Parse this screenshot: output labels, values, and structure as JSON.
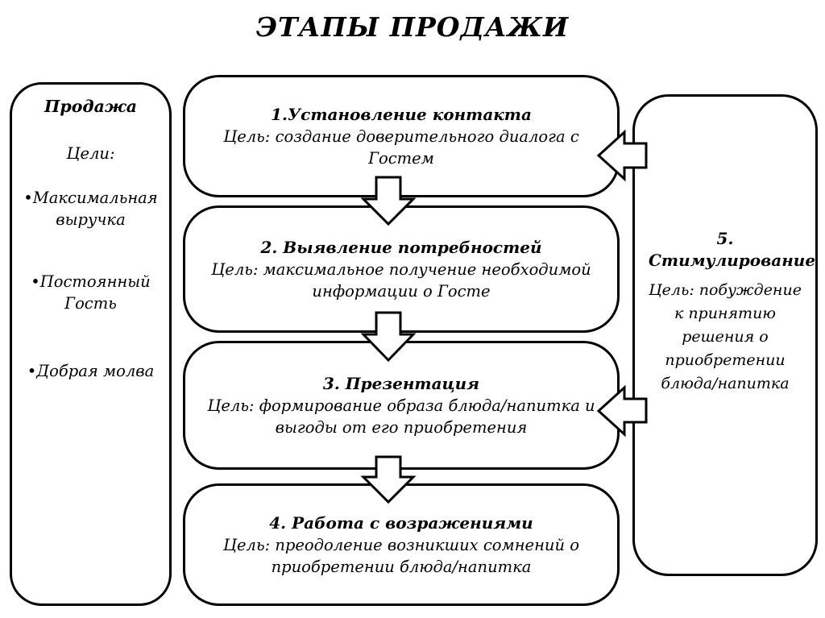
{
  "title": "ЭТАПЫ ПРОДАЖИ",
  "left_panel": {
    "heading": "Продажа",
    "subheading": "Цели:",
    "bullets": [
      "•Максимальная выручка",
      "•Постоянный Гость",
      "•Добрая молва"
    ]
  },
  "stages": [
    {
      "heading": "1.Установление контакта",
      "body": "Цель: создание доверительного диалога с Гостем"
    },
    {
      "heading": "2. Выявление потребностей",
      "body": "Цель: максимальное получение необходимой информации о Госте"
    },
    {
      "heading": "3. Презентация",
      "body": "Цель: формирование образа блюда/напитка и выгоды от его приобретения"
    },
    {
      "heading": "4. Работа с возражениями",
      "body": "Цель: преодоление возникших сомнений о приобретении блюда/напитка"
    }
  ],
  "right_panel": {
    "number": "5.",
    "heading": "Стимулирование",
    "body": "Цель: побуждение к принятию решения о приобретении блюда/напитка"
  },
  "colors": {
    "background": "#ffffff",
    "line": "#000000",
    "text": "#000000",
    "arrow_fill": "#ffffff"
  }
}
